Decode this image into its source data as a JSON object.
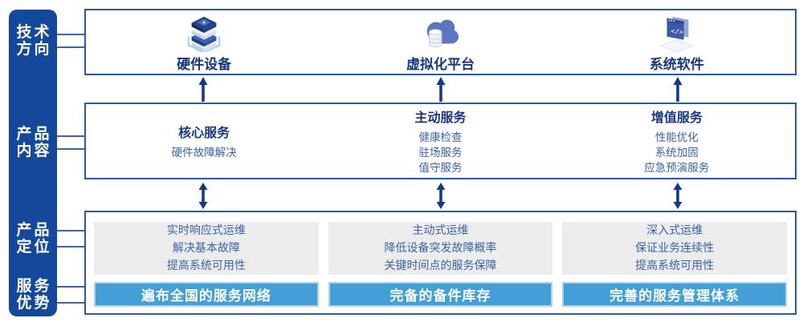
{
  "colors": {
    "rail_blue": "#14489b",
    "box_border_blue": "#2a5aa6",
    "title_navy": "#16377f",
    "body_blue": "#3a62ab",
    "panel_gray": "#ececec",
    "bar_blue": "#459fd7",
    "bar_border_light_blue": "#a9d4ee",
    "arrow_navy": "#123a88"
  },
  "sidebar": {
    "items": [
      {
        "line1": "技术",
        "line2": "方向"
      },
      {
        "line1": "产品",
        "line2": "内容"
      },
      {
        "line1": "产品",
        "line2": "定位"
      },
      {
        "line1": "服务",
        "line2": "优势"
      }
    ]
  },
  "tech_row": {
    "items": [
      {
        "label": "硬件设备",
        "icon": "server-stack-icon"
      },
      {
        "label": "虚拟化平台",
        "icon": "cloud-database-icon"
      },
      {
        "label": "系统软件",
        "icon": "code-window-icon"
      }
    ]
  },
  "content_row": {
    "columns": [
      {
        "title": "核心服务",
        "items": [
          "硬件故障解决"
        ]
      },
      {
        "title": "主动服务",
        "items": [
          "健康检查",
          "驻场服务",
          "值守服务"
        ]
      },
      {
        "title": "增值服务",
        "items": [
          "性能优化",
          "系统加固",
          "应急预演服务"
        ]
      }
    ]
  },
  "position_row": {
    "columns": [
      {
        "lines": [
          "实时响应式运维",
          "解决基本故障",
          "提高系统可用性"
        ],
        "bar": "遍布全国的服务网络"
      },
      {
        "lines": [
          "主动式运维",
          "降低设备突发故障概率",
          "关键时间点的服务保障"
        ],
        "bar": "完备的备件库存"
      },
      {
        "lines": [
          "深入式运维",
          "保证业务连续性",
          "提高系统可用性"
        ],
        "bar": "完善的服务管理体系"
      }
    ]
  }
}
